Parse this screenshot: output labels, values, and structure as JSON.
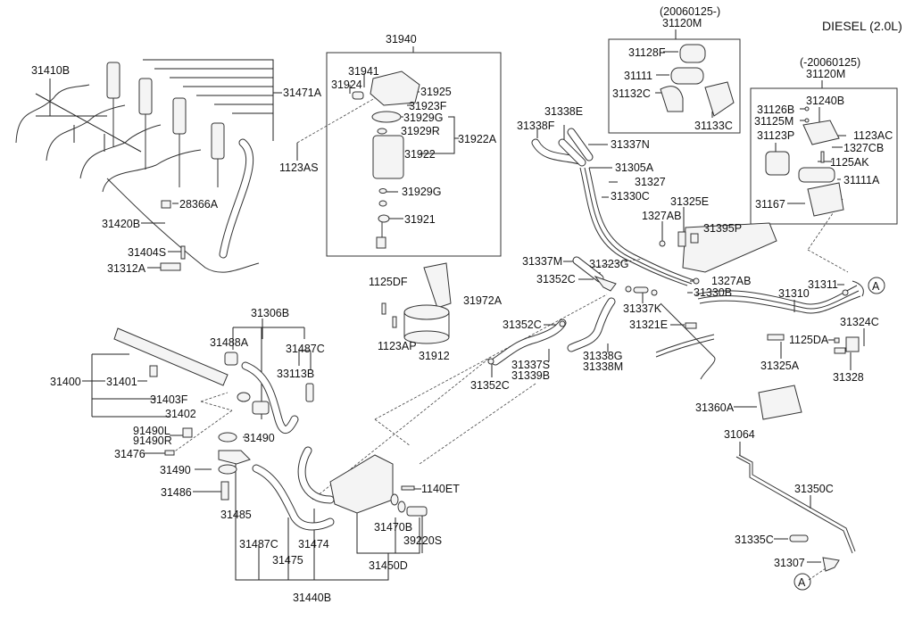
{
  "diagram": {
    "title": "DIESEL (2.0L)",
    "groups": {
      "filter_box": {
        "label": "31940"
      },
      "pump_new": {
        "date": "(20060125-)",
        "label": "31120M"
      },
      "pump_old": {
        "date": "(-20060125)",
        "label": "31120M"
      }
    },
    "callouts": {
      "a_top": "A",
      "a_bottom": "A"
    },
    "labels": [
      {
        "id": "31410B",
        "text": "31410B"
      },
      {
        "id": "31471A",
        "text": "31471A"
      },
      {
        "id": "1123AS",
        "text": "1123AS"
      },
      {
        "id": "28366A",
        "text": "28366A"
      },
      {
        "id": "31420B",
        "text": "31420B"
      },
      {
        "id": "31404S",
        "text": "31404S"
      },
      {
        "id": "31312A",
        "text": "31312A"
      },
      {
        "id": "31941",
        "text": "31941"
      },
      {
        "id": "31924",
        "text": "31924"
      },
      {
        "id": "31925",
        "text": "31925"
      },
      {
        "id": "31923F",
        "text": "31923F"
      },
      {
        "id": "31929G-a",
        "text": "31929G"
      },
      {
        "id": "31929R",
        "text": "31929R"
      },
      {
        "id": "31922A",
        "text": "31922A"
      },
      {
        "id": "31922",
        "text": "31922"
      },
      {
        "id": "31929G-b",
        "text": "31929G"
      },
      {
        "id": "31921",
        "text": "31921"
      },
      {
        "id": "31128F",
        "text": "31128F"
      },
      {
        "id": "31111",
        "text": "31111"
      },
      {
        "id": "31132C",
        "text": "31132C"
      },
      {
        "id": "31133C",
        "text": "31133C"
      },
      {
        "id": "31240B",
        "text": "31240B"
      },
      {
        "id": "31126B",
        "text": "31126B"
      },
      {
        "id": "31125M",
        "text": "31125M"
      },
      {
        "id": "1123AC",
        "text": "1123AC"
      },
      {
        "id": "31123P",
        "text": "31123P"
      },
      {
        "id": "1327CB",
        "text": "1327CB"
      },
      {
        "id": "1125AK",
        "text": "1125AK"
      },
      {
        "id": "31111A",
        "text": "31111A"
      },
      {
        "id": "31167",
        "text": "31167"
      },
      {
        "id": "31338E",
        "text": "31338E"
      },
      {
        "id": "31338F",
        "text": "31338F"
      },
      {
        "id": "31337N",
        "text": "31337N"
      },
      {
        "id": "31305A",
        "text": "31305A"
      },
      {
        "id": "31327",
        "text": "31327"
      },
      {
        "id": "31330C",
        "text": "31330C"
      },
      {
        "id": "31325E",
        "text": "31325E"
      },
      {
        "id": "1327AB-a",
        "text": "1327AB"
      },
      {
        "id": "31395P",
        "text": "31395P"
      },
      {
        "id": "1125DF",
        "text": "1125DF"
      },
      {
        "id": "31972A",
        "text": "31972A"
      },
      {
        "id": "1123AP",
        "text": "1123AP"
      },
      {
        "id": "31912",
        "text": "31912"
      },
      {
        "id": "31337M",
        "text": "31337M"
      },
      {
        "id": "31323G",
        "text": "31323G"
      },
      {
        "id": "31352C-a",
        "text": "31352C"
      },
      {
        "id": "1327AB-b",
        "text": "1327AB"
      },
      {
        "id": "31330B",
        "text": "31330B"
      },
      {
        "id": "31311",
        "text": "31311"
      },
      {
        "id": "31310",
        "text": "31310"
      },
      {
        "id": "31337K",
        "text": "31337K"
      },
      {
        "id": "31352C-b",
        "text": "31352C"
      },
      {
        "id": "31321E",
        "text": "31321E"
      },
      {
        "id": "31324C",
        "text": "31324C"
      },
      {
        "id": "1125DA",
        "text": "1125DA"
      },
      {
        "id": "31337S",
        "text": "31337S"
      },
      {
        "id": "31339B",
        "text": "31339B"
      },
      {
        "id": "31338G",
        "text": "31338G"
      },
      {
        "id": "31338M",
        "text": "31338M"
      },
      {
        "id": "31352C-c",
        "text": "31352C"
      },
      {
        "id": "31325A",
        "text": "31325A"
      },
      {
        "id": "31328",
        "text": "31328"
      },
      {
        "id": "31360A",
        "text": "31360A"
      },
      {
        "id": "31306B",
        "text": "31306B"
      },
      {
        "id": "31488A",
        "text": "31488A"
      },
      {
        "id": "31487C-a",
        "text": "31487C"
      },
      {
        "id": "33113B",
        "text": "33113B"
      },
      {
        "id": "31400",
        "text": "31400"
      },
      {
        "id": "31401",
        "text": "31401"
      },
      {
        "id": "31403F",
        "text": "31403F"
      },
      {
        "id": "31402",
        "text": "31402"
      },
      {
        "id": "91490L",
        "text": "91490L"
      },
      {
        "id": "91490R",
        "text": "91490R"
      },
      {
        "id": "31490-a",
        "text": "31490"
      },
      {
        "id": "31476",
        "text": "31476"
      },
      {
        "id": "31490-b",
        "text": "31490"
      },
      {
        "id": "31486",
        "text": "31486"
      },
      {
        "id": "31485",
        "text": "31485"
      },
      {
        "id": "1140ET",
        "text": "1140ET"
      },
      {
        "id": "31470B",
        "text": "31470B"
      },
      {
        "id": "39220S",
        "text": "39220S"
      },
      {
        "id": "31487C-b",
        "text": "31487C"
      },
      {
        "id": "31474",
        "text": "31474"
      },
      {
        "id": "31475",
        "text": "31475"
      },
      {
        "id": "31450D",
        "text": "31450D"
      },
      {
        "id": "31440B",
        "text": "31440B"
      },
      {
        "id": "31064",
        "text": "31064"
      },
      {
        "id": "31350C",
        "text": "31350C"
      },
      {
        "id": "31335C",
        "text": "31335C"
      },
      {
        "id": "31307",
        "text": "31307"
      }
    ]
  }
}
